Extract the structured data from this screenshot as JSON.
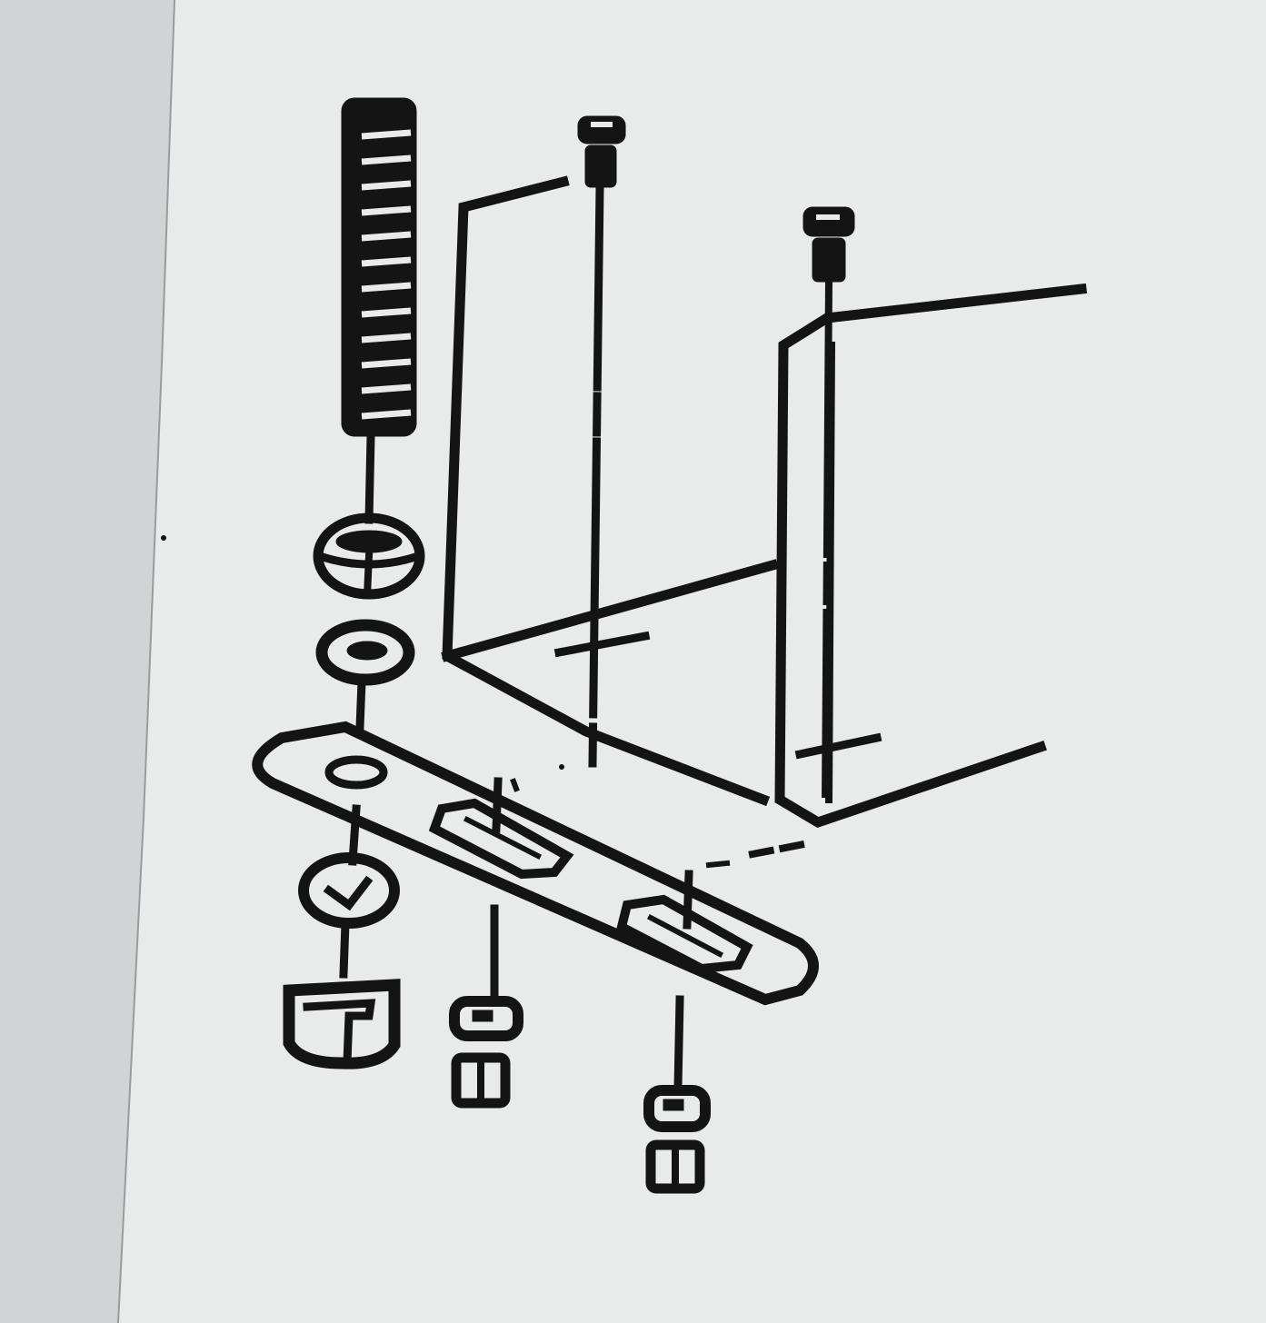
{
  "figure": {
    "kind": "exploded-assembly-line-drawing",
    "paper_color": "#e9eaea",
    "shadow_color": "#c9cacb",
    "ink_color": "#141414"
  },
  "parts": [
    {
      "id": "spring",
      "icon": "coil-spring-icon"
    },
    {
      "id": "grommet-top",
      "icon": "rubber-grommet-icon"
    },
    {
      "id": "washer-top",
      "icon": "washer-icon"
    },
    {
      "id": "bracket-plate",
      "icon": "slotted-plate-icon"
    },
    {
      "id": "grommet-bottom",
      "icon": "rubber-grommet-icon"
    },
    {
      "id": "nut-large",
      "icon": "nut-icon"
    },
    {
      "id": "washer-mid",
      "icon": "washer-icon"
    },
    {
      "id": "nut-mid",
      "icon": "nut-icon"
    },
    {
      "id": "washer-right",
      "icon": "washer-icon"
    },
    {
      "id": "nut-right",
      "icon": "nut-icon"
    },
    {
      "id": "screw-left",
      "icon": "screw-icon"
    },
    {
      "id": "screw-right",
      "icon": "screw-icon"
    },
    {
      "id": "bracket-left",
      "icon": "l-bracket-icon"
    },
    {
      "id": "bracket-right",
      "icon": "l-bracket-icon"
    }
  ]
}
